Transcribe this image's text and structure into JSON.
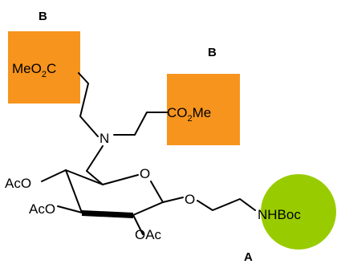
{
  "colors": {
    "box_b": "#f7941d",
    "circle_a": "#99cc00"
  },
  "diagram": {
    "label_b_left": "B",
    "label_b_right": "B",
    "label_a": "A",
    "ester_left_main": "MeO",
    "ester_left_sub": "2",
    "ester_left_tail": "C",
    "ester_right_head": "CO",
    "ester_right_sub": "2",
    "ester_right_tail": "Me",
    "nitrogen": "N",
    "ring_oxygen": "O",
    "glyco_oxygen": "O",
    "acetoxy_top": "AcO",
    "acetoxy_mid": "AcO",
    "acetoxy_bottom": "OAc",
    "amine": "NHBoc"
  }
}
